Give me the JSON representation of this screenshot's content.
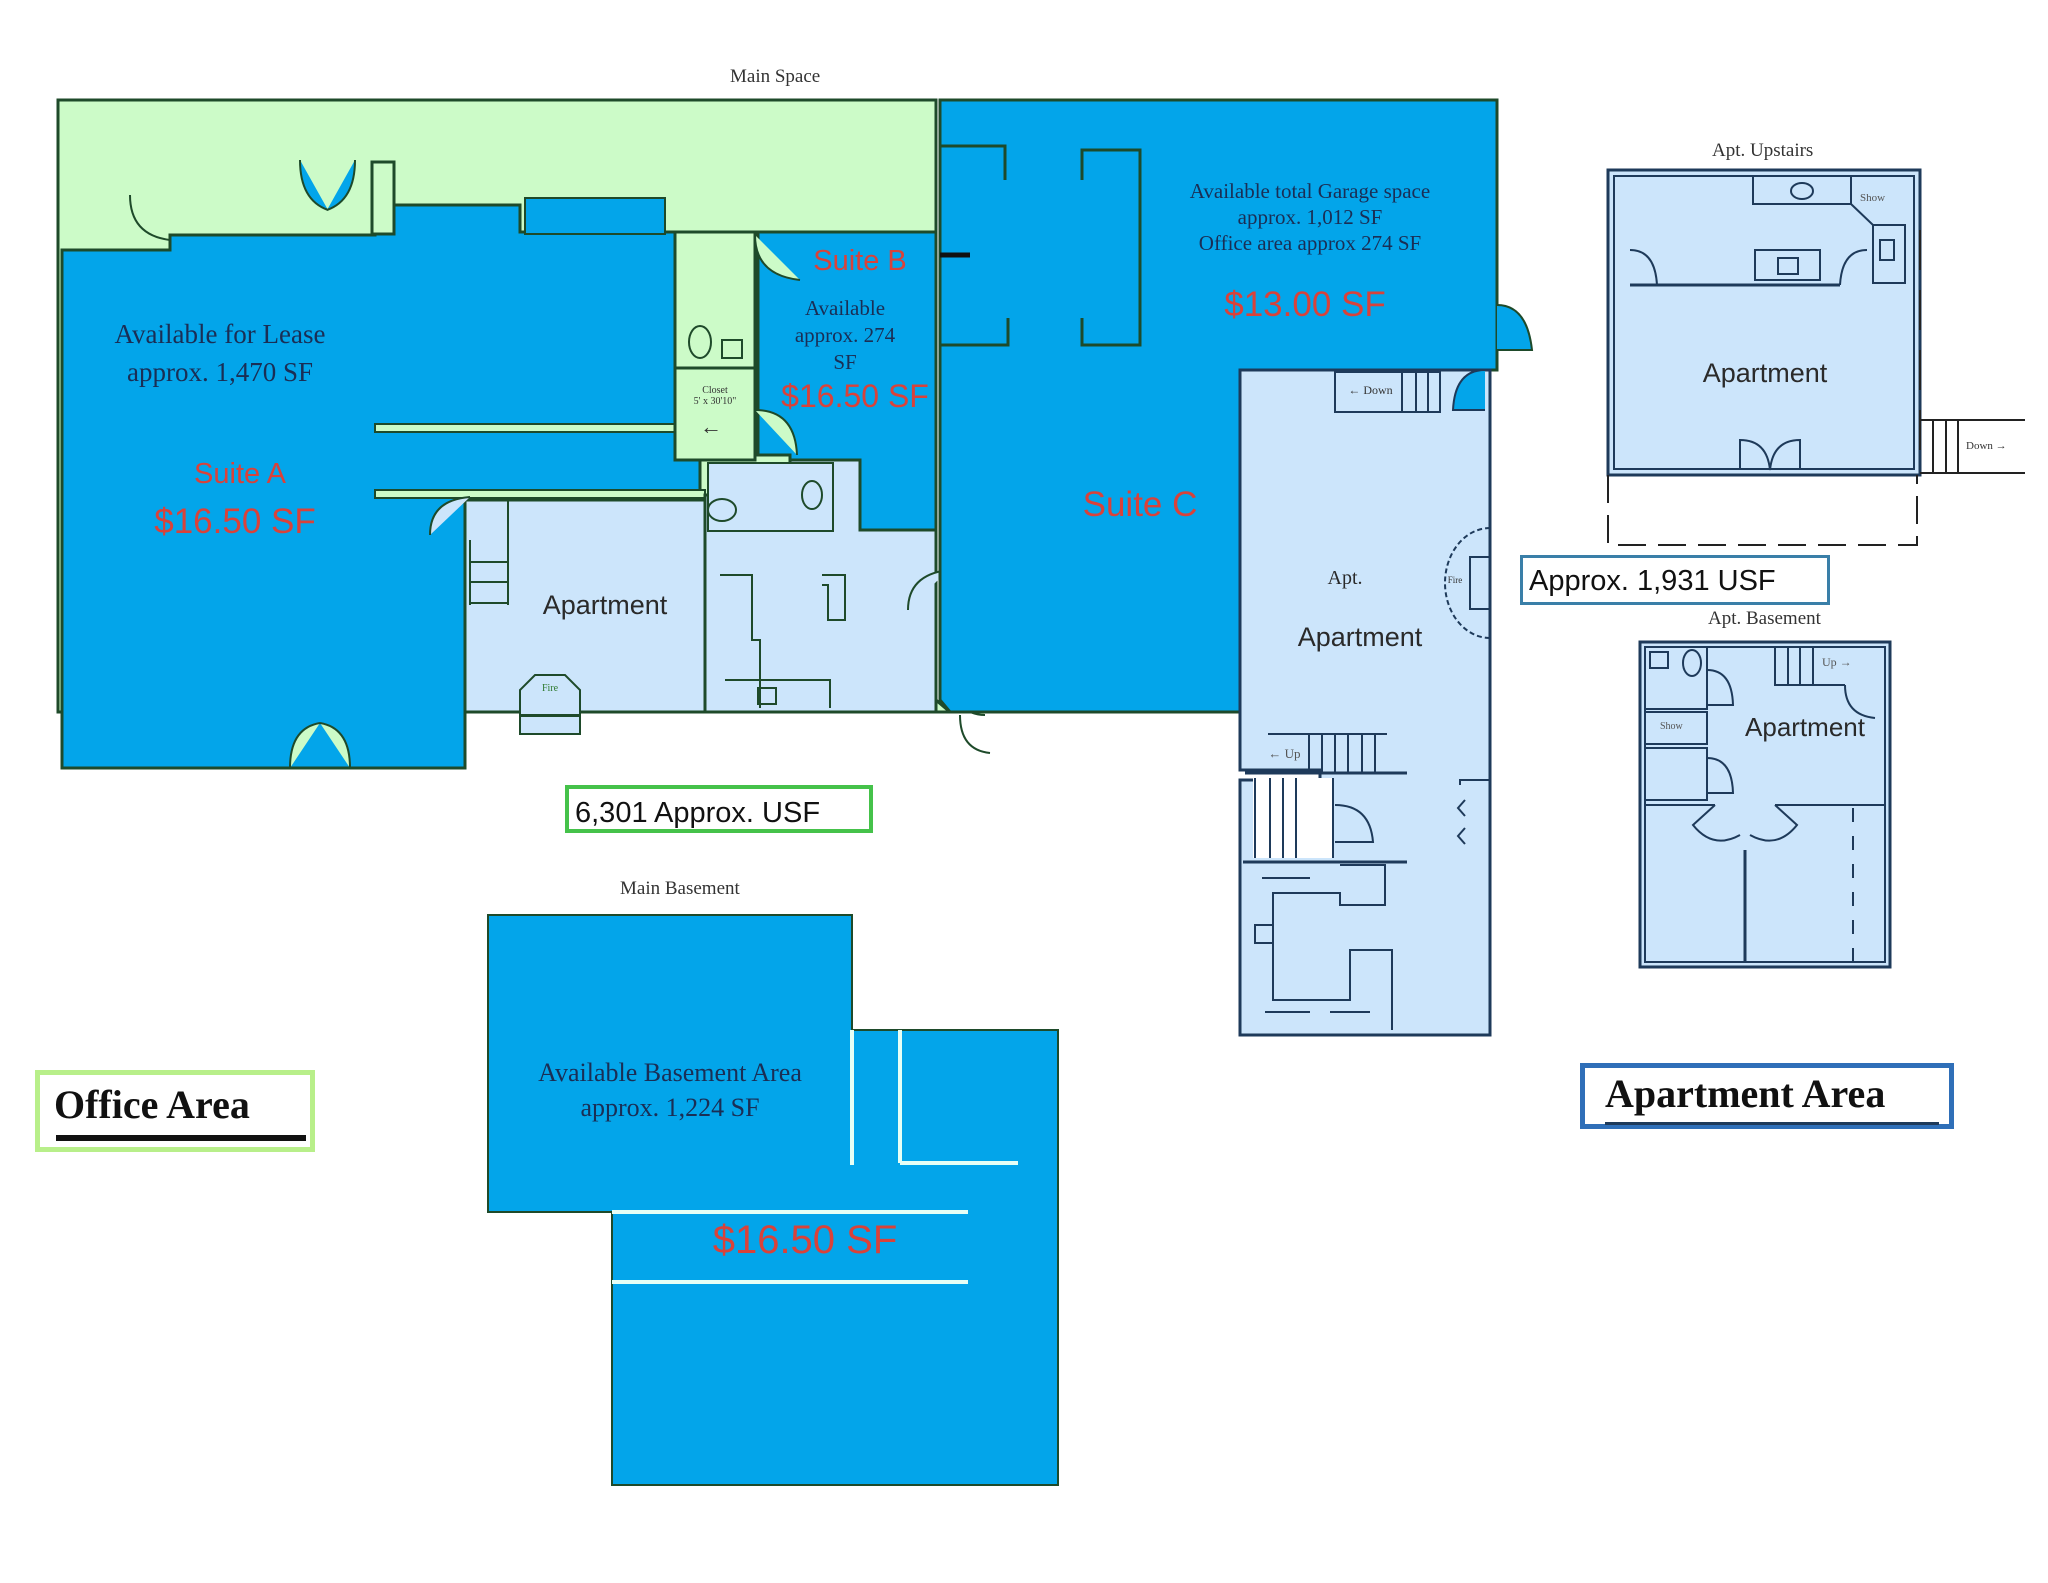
{
  "colors": {
    "available_fill": "#03a5ea",
    "office_common_fill": "#ccfbc8",
    "apartment_fill": "#cce5fb",
    "price_text": "#d9423a",
    "office_border": "#b8ef8a",
    "apartment_border": "#2f6fb8",
    "total_office_border": "#45c24a"
  },
  "main_space": {
    "title": "Main Space",
    "suite_a": {
      "desc_line1": "Available for Lease",
      "desc_line2": "approx. 1,470 SF",
      "name": "Suite A",
      "price": "$16.50 SF"
    },
    "suite_b": {
      "name": "Suite B",
      "desc_line1": "Available",
      "desc_line2": "approx. 274",
      "desc_line3": "SF",
      "price": "$16.50 SF",
      "closet_line1": "Closet",
      "closet_line2": "5' x 30'10\"",
      "closet_arrow": "←"
    },
    "suite_c": {
      "desc_line1": "Available total Garage space",
      "desc_line2": "approx. 1,012 SF",
      "desc_line3": "Office area approx 274 SF",
      "price": "$13.00 SF",
      "name": "Suite C"
    },
    "apartment_left": {
      "label": "Apartment",
      "fire_label": "Fire"
    },
    "apartment_right": {
      "small_label": "Apt.",
      "label": "Apartment",
      "fire_label": "Fire",
      "stair_down": "← Down",
      "stair_up": "← Up"
    },
    "total_label": "6,301 Approx. USF"
  },
  "main_basement": {
    "title": "Main Basement",
    "desc_line1": "Available Basement Area",
    "desc_line2": "approx. 1,224 SF",
    "price": "$16.50 SF"
  },
  "apt_upstairs": {
    "title": "Apt. Upstairs",
    "label": "Apartment",
    "shower": "Show",
    "stair": "Down →"
  },
  "apt_total": "Approx. 1,931 USF",
  "apt_basement": {
    "title": "Apt. Basement",
    "label": "Apartment",
    "shower": "Show",
    "stair": "Up →"
  },
  "legend": {
    "office": "Office Area",
    "apartment": "Apartment Area"
  }
}
